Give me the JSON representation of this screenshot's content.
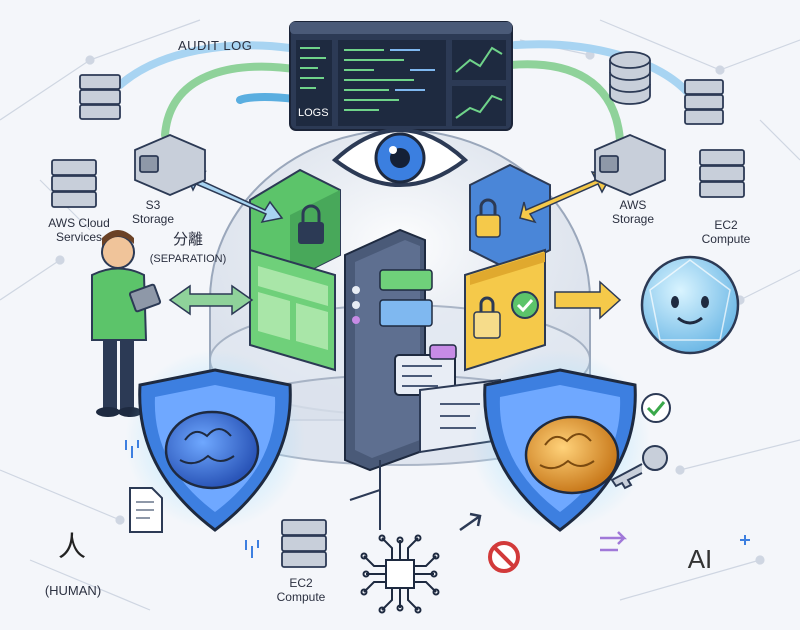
{
  "labels": {
    "audit_log": "AUDIT LOG",
    "logs": "LOGS",
    "s3_storage_line1": "S3",
    "s3_storage_line2": "Storage",
    "aws_storage_line1": "AWS",
    "aws_storage_line2": "Storage",
    "aws_cloud_line1": "AWS Cloud",
    "aws_cloud_line2": "Services",
    "ec2_right_line1": "EC2",
    "ec2_right_line2": "Compute",
    "ec2_bottom_line1": "EC2",
    "ec2_bottom_line2": "Compute",
    "separation_kanji": "分離",
    "separation_en": "(SEPARATION)",
    "human_kanji": "人",
    "human_en": "(HUMAN)",
    "ai": "AI"
  },
  "colors": {
    "background": "#f4f6fa",
    "human_blue": "#3d7fe0",
    "ai_orange": "#e9a43a",
    "green_panel": "#5cc46a",
    "yellow_panel": "#f5c94a",
    "shield_glow": "#7fd2ff",
    "dark_navy": "#2c3a55"
  },
  "icons": [
    "eye-icon",
    "lock-icon",
    "check-icon",
    "key-icon",
    "forbidden-icon",
    "document-icon",
    "chip-icon",
    "server-icon",
    "database-icon",
    "tablet-icon",
    "robot-face-icon",
    "brain-icon",
    "shield-icon"
  ]
}
